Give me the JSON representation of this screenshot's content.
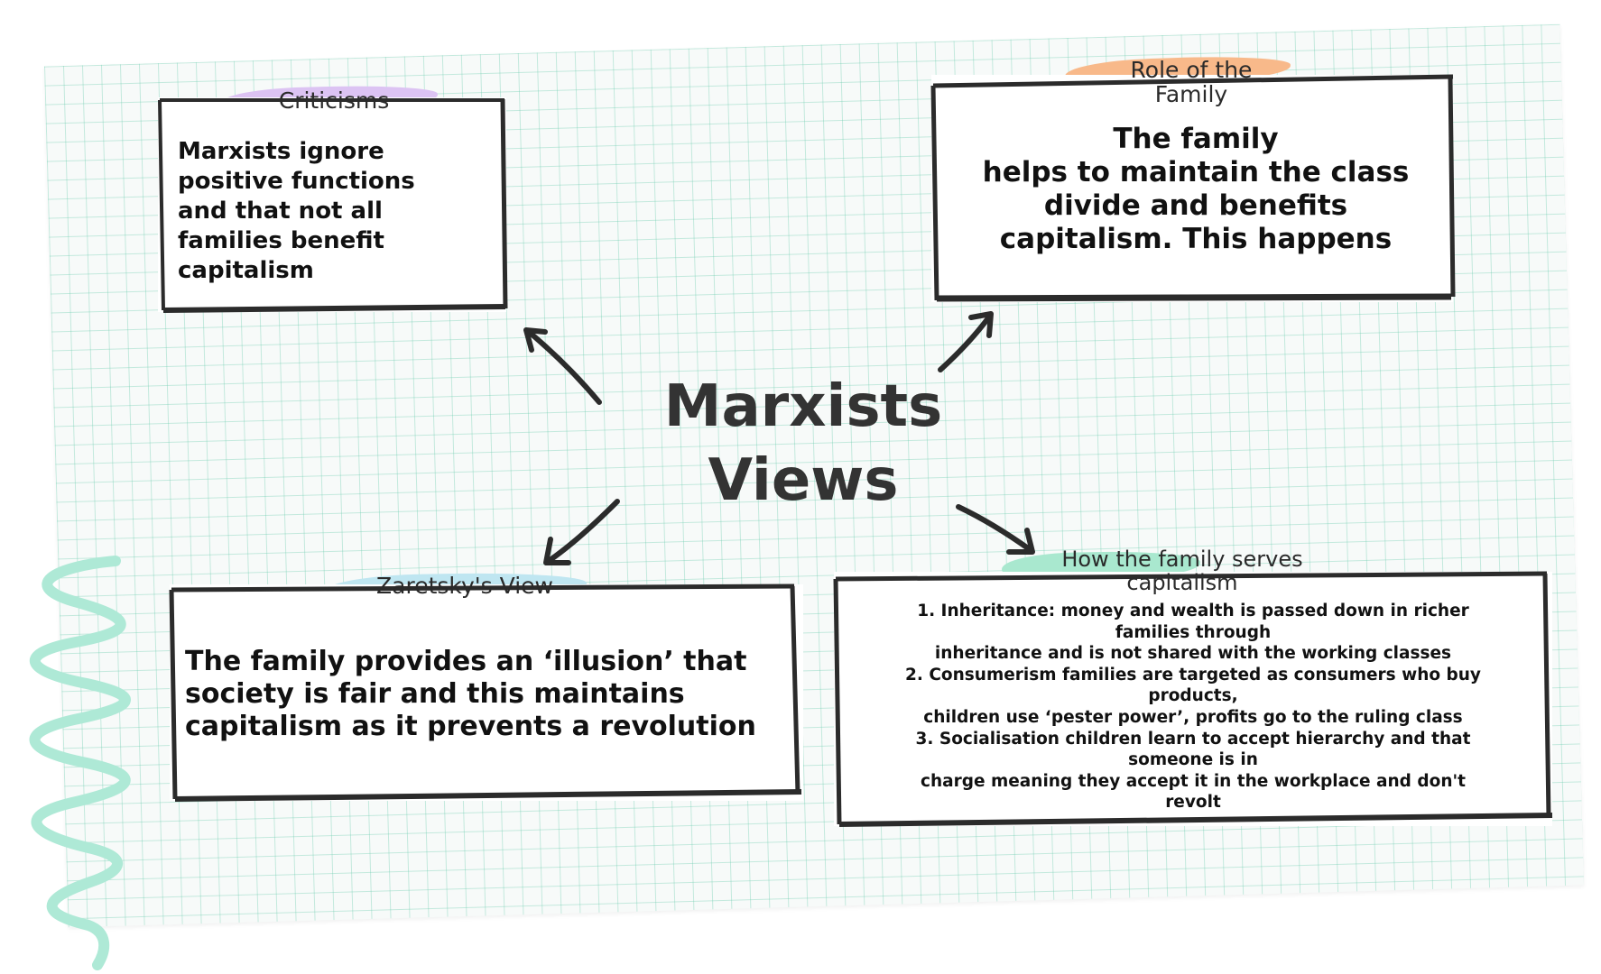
{
  "title": {
    "line1": "Marxists",
    "line2": "Views"
  },
  "boxes": {
    "criticisms": {
      "label": "Criticisms",
      "highlight_color": "#dcc3f3",
      "lines": [
        "Marxists ignore",
        "positive functions",
        "and that not all",
        "families benefit",
        "capitalism"
      ]
    },
    "role_of_family": {
      "label_line1": "Role of the",
      "label_line2": "Family",
      "highlight_color": "#f8b98a",
      "lines": [
        "The family",
        "helps to maintain the class",
        "divide and benefits",
        "capitalism. This happens"
      ]
    },
    "zaretsky": {
      "label": "Zaretsky's View",
      "highlight_color": "#bfe6f1",
      "lines": [
        "The family provides an ‘illusion’ that",
        "society is fair and this maintains",
        "capitalism as it prevents a revolution"
      ]
    },
    "serves_capitalism": {
      "label_line1": "How the family serves",
      "label_line2": "capitalism",
      "highlight_color": "#a9e8cf",
      "lines": [
        "1. Inheritance: money and wealth is passed down in richer",
        "families through",
        "inheritance and is not shared with the working classes",
        "2. Consumerism families are targeted as consumers who buy",
        "products,",
        "children use ‘pester power’, profits go to the ruling class",
        "3. Socialisation children learn to accept hierarchy and that",
        "someone is in",
        "charge meaning they accept it in the workplace and don't",
        "revolt"
      ]
    }
  },
  "colors": {
    "ink": "#2b2b2b",
    "grid": "#7fd6b9",
    "squiggle": "#aee9d6"
  },
  "icons": {
    "arrow_to_criticisms": "arrow-up-left-icon",
    "arrow_to_role": "arrow-up-right-icon",
    "arrow_to_zaretsky": "arrow-down-left-icon",
    "arrow_to_serves": "arrow-down-right-icon",
    "squiggle": "squiggle-decoration"
  }
}
